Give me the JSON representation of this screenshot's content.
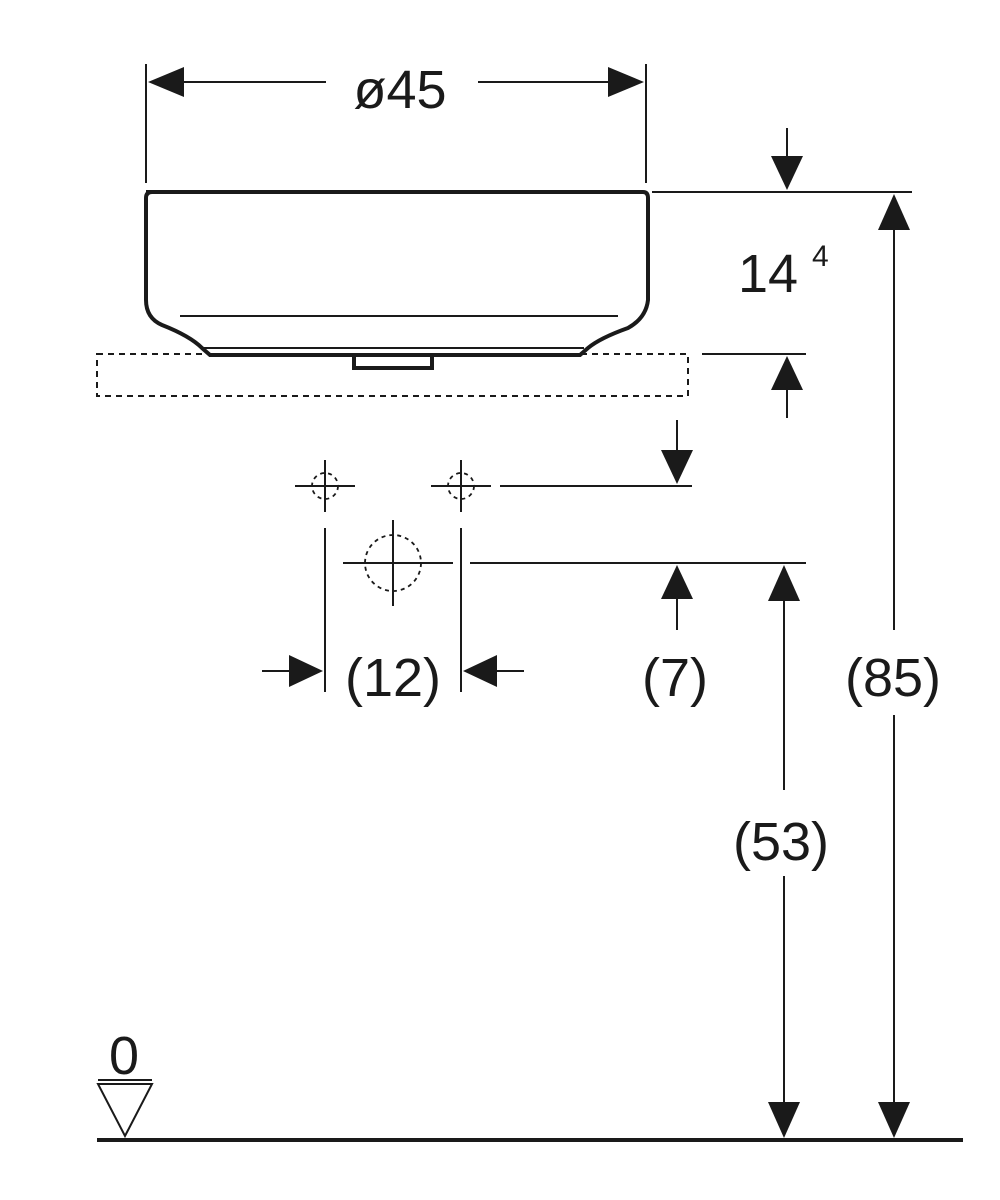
{
  "dimensions": {
    "diameter": "ø45",
    "bowl_height_base": "14",
    "bowl_height_sup": "4",
    "hole_spacing": "(12)",
    "hole_offset": "(7)",
    "total_height": "(85)",
    "drain_height": "(53)",
    "floor_level": "0"
  }
}
